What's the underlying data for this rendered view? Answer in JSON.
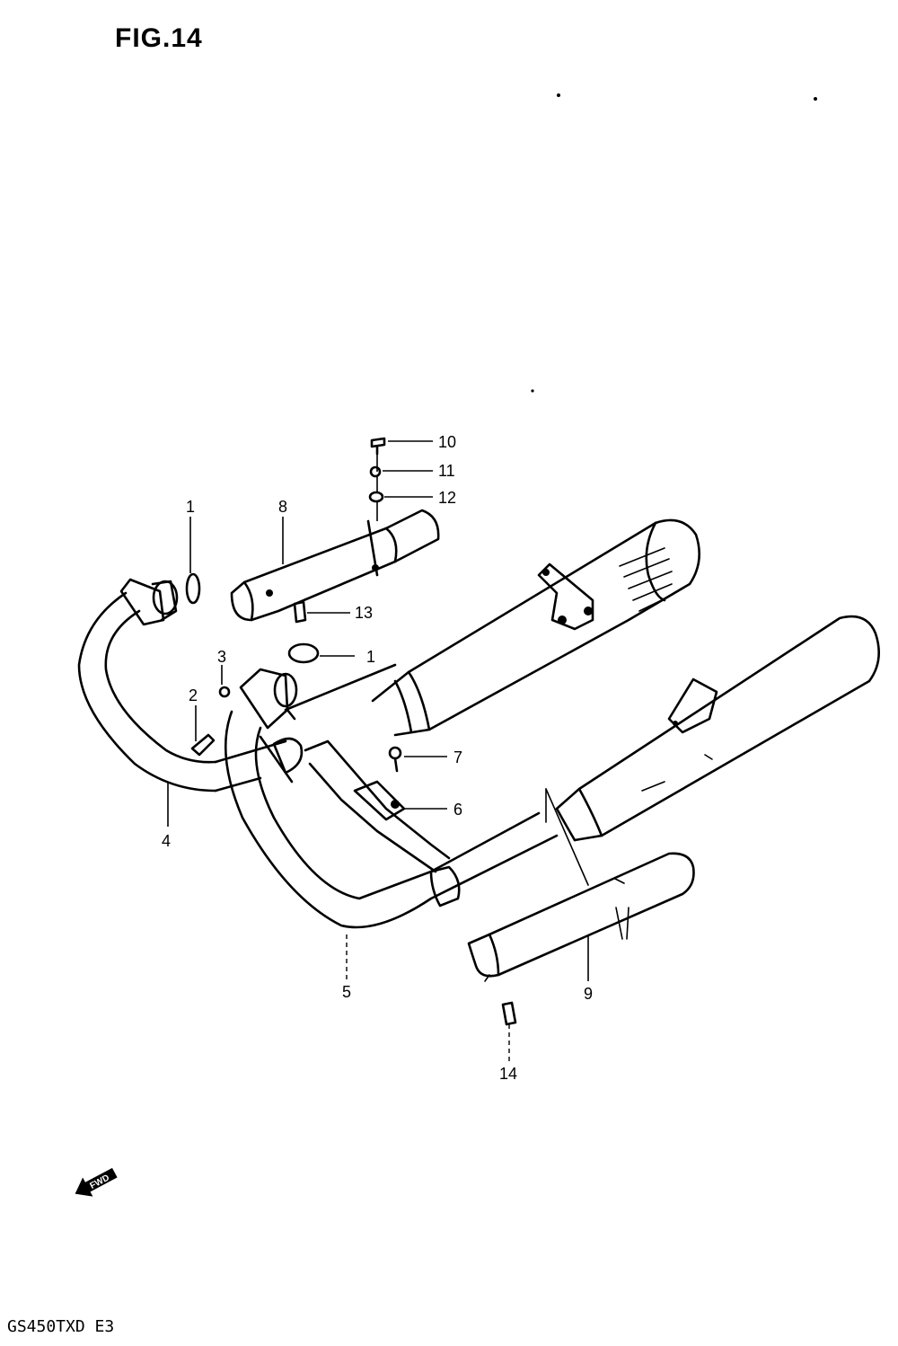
{
  "figure": {
    "title": "FIG.14",
    "model_code": "GS450TXD E3",
    "fwd_label": "FWD"
  },
  "callouts": [
    {
      "id": "c10",
      "label": "10"
    },
    {
      "id": "c11",
      "label": "11"
    },
    {
      "id": "c12",
      "label": "12"
    },
    {
      "id": "c1a",
      "label": "1"
    },
    {
      "id": "c8",
      "label": "8"
    },
    {
      "id": "c13",
      "label": "13"
    },
    {
      "id": "c1b",
      "label": "1"
    },
    {
      "id": "c3",
      "label": "3"
    },
    {
      "id": "c2",
      "label": "2"
    },
    {
      "id": "c7",
      "label": "7"
    },
    {
      "id": "c6",
      "label": "6"
    },
    {
      "id": "c4",
      "label": "4"
    },
    {
      "id": "c5",
      "label": "5"
    },
    {
      "id": "c9",
      "label": "9"
    },
    {
      "id": "c14",
      "label": "14"
    }
  ],
  "icons": {
    "fwd": "fwd-arrow-icon"
  }
}
